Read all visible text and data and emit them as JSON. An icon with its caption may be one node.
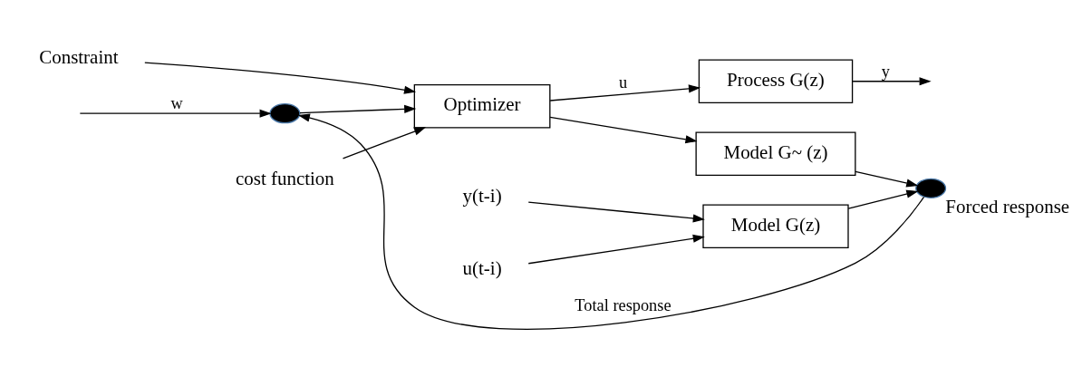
{
  "diagram": {
    "nodes": [
      {
        "text": [
          "Constraint"
        ]
      },
      {
        "text": [
          "cost function"
        ]
      },
      {
        "text": [],
        "shape": "circle"
      },
      {
        "text": [
          "Optimizer"
        ]
      },
      {
        "text": [
          "Process G(z)"
        ]
      },
      {
        "text": [
          "Model G(z)"
        ]
      },
      {
        "text": [
          "y(t-i)"
        ]
      },
      {
        "text": [
          "u(t-i)"
        ]
      },
      {
        "text": [],
        "shape": "circle",
        "beside": [
          "Forced response"
        ]
      },
      {
        "text": [
          "Model G~ (z)"
        ]
      }
    ],
    "edges": [
      {
        "from": null,
        "to": 2,
        "arrow": "to",
        "label": "w"
      },
      {
        "from": 2,
        "to": 3,
        "arrow": "to"
      },
      {
        "from": 0,
        "to": 3,
        "arrow": "to"
      },
      {
        "from": 1,
        "to": 3,
        "arrow": "to"
      },
      {
        "from": 3,
        "to": 4,
        "arrow": "to",
        "label": "u"
      },
      {
        "from": 4,
        "to": null,
        "arrow": "to",
        "label": "y"
      },
      {
        "from": 3,
        "to": 9,
        "arrow": "to"
      },
      {
        "from": 6,
        "to": 5,
        "arrow": "to"
      },
      {
        "from": 7,
        "to": 5,
        "arrow": "to"
      },
      {
        "from": 5,
        "to": 8,
        "arrow": "to"
      },
      {
        "from": 9,
        "to": 8,
        "arrow": "to"
      },
      {
        "from": 8,
        "to": 2,
        "arrow": "to",
        "label": "Total response"
      }
    ]
  }
}
